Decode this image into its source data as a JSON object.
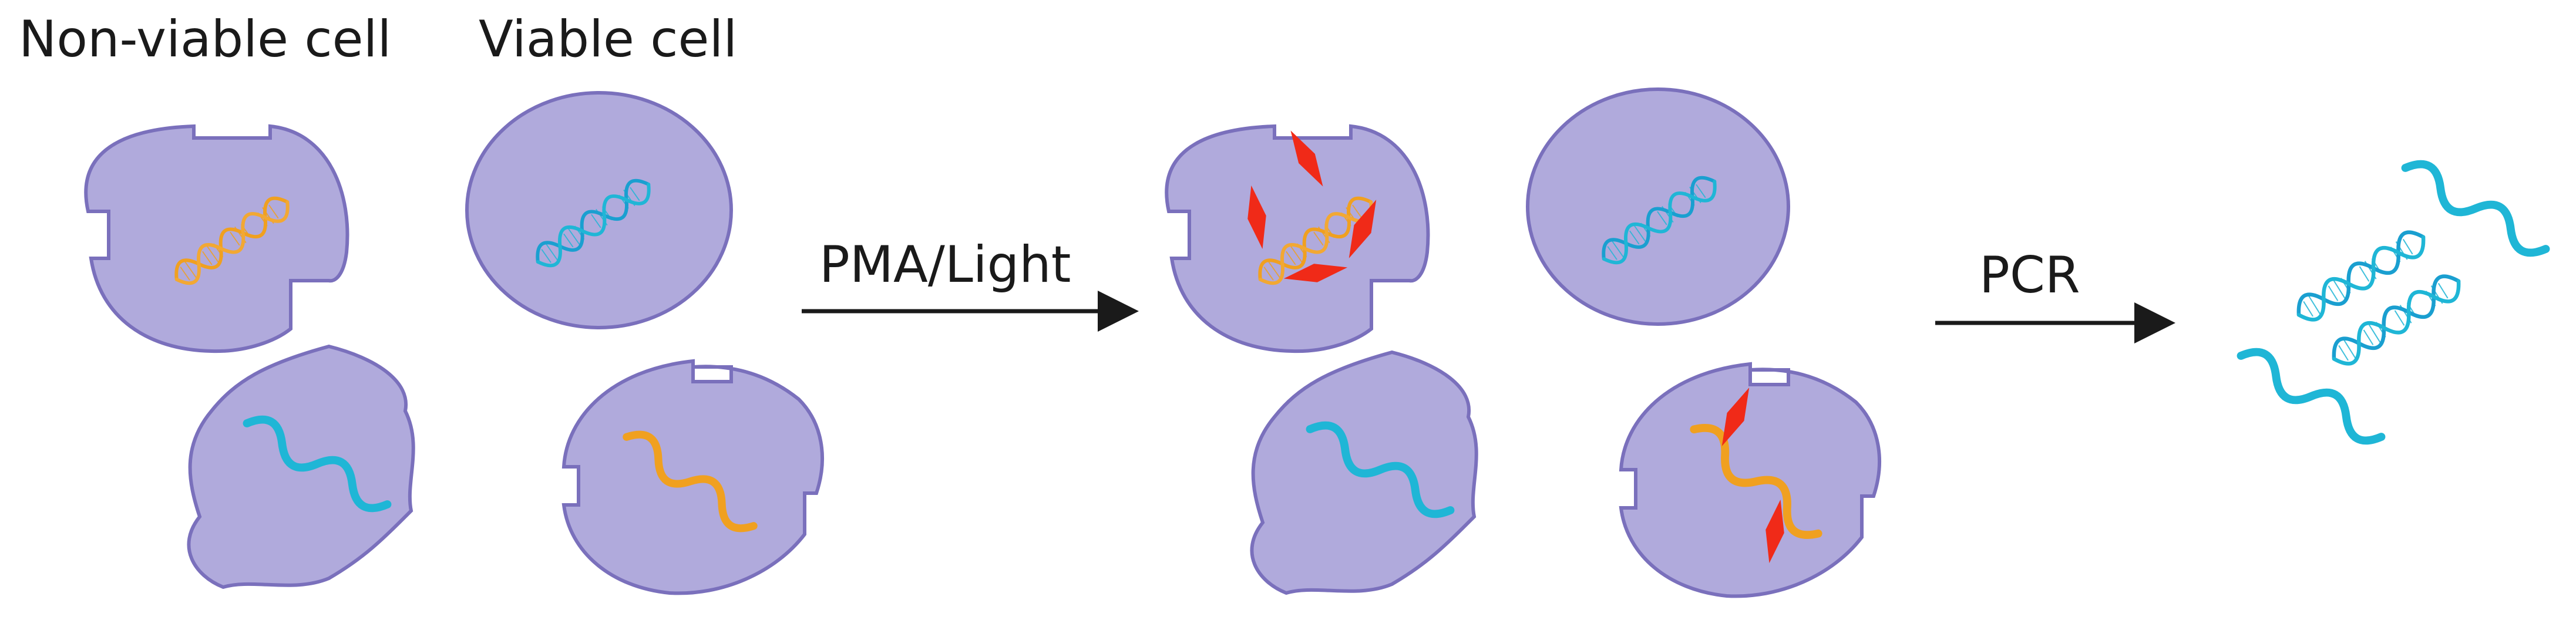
{
  "labels": {
    "non_viable": "Non-viable cell",
    "viable": "Viable cell",
    "step1": "PMA/Light",
    "step2": "PCR"
  },
  "colors": {
    "cell_fill": "#b0aadc",
    "cell_stroke": "#7a70bc",
    "dna_orange": "#f0a020",
    "dna_blue": "#1fb6d6",
    "pma_red": "#f02a18",
    "arrow": "#1a1a1a"
  }
}
